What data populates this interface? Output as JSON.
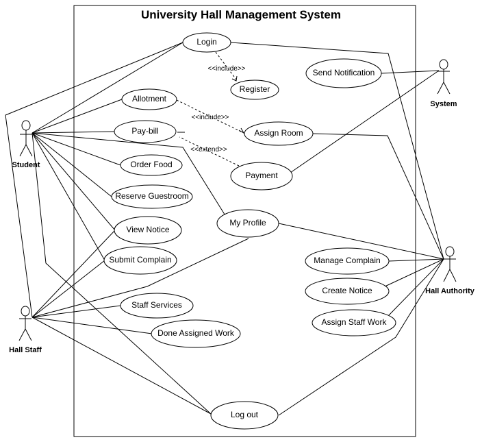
{
  "title": "University Hall Management System",
  "actors": {
    "student": "Student",
    "hall_staff": "Hall Staff",
    "system": "System",
    "hall_authority": "Hall Authority"
  },
  "use_cases": {
    "login": "Login",
    "register": "Register",
    "send_notification": "Send Notification",
    "allotment": "Allotment",
    "assign_room": "Assign Room",
    "pay_bill": "Pay-bill",
    "payment": "Payment",
    "order_food": "Order Food",
    "reserve_guestroom": "Reserve Guestroom",
    "my_profile": "My Profile",
    "view_notice": "View Notice",
    "submit_complain": "Submit Complain",
    "manage_complain": "Manage Complain",
    "create_notice": "Create Notice",
    "staff_services": "Staff Services",
    "assign_staff_work": "Assign Staff Work",
    "done_assigned_work": "Done Assigned Work",
    "log_out": "Log out"
  },
  "relationships": {
    "login_register": "<<include>>",
    "allotment_assign_room": "<<include>>",
    "pay_bill_payment": "<<extend>>"
  }
}
